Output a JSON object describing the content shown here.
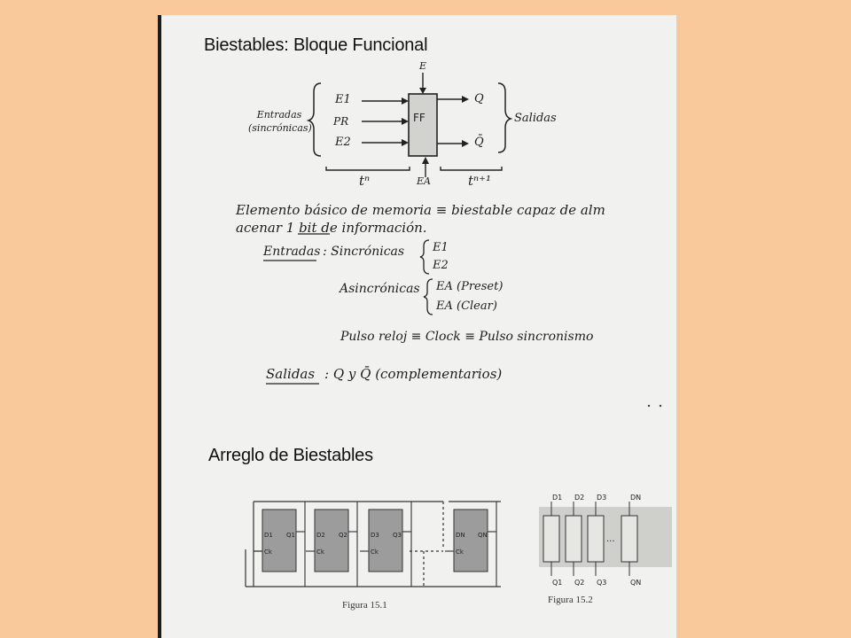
{
  "section1": {
    "title": "Biestables: Bloque Funcional"
  },
  "diagram1": {
    "block_label": "FF",
    "top_input": "E",
    "bottom_input": "EA",
    "inputs": [
      "E1",
      "PR",
      "E2"
    ],
    "outputs": [
      "Q",
      "Q̄"
    ],
    "inputs_group": "Entradas (sincrónicas)",
    "outputs_group": "Salidas",
    "time_before": "tⁿ",
    "time_after": "tⁿ⁺¹"
  },
  "notes": {
    "definition_line1": "Elemento básico de memoria ≡ biestable capaz de alm",
    "definition_line2": "acenar 1 bit de información.",
    "entradas_label": "Entradas",
    "sincronicas_label": ": Sincrónicas",
    "sincronicas_items": [
      "E1",
      "E2"
    ],
    "asincronicas_label": "Asincrónicas",
    "asincronicas_items": [
      "EA (Preset)",
      "EA (Clear)"
    ],
    "clock_line": "Pulso reloj ≡ Clock ≡ Pulso sincronismo",
    "salidas_label": "Salidas",
    "salidas_value": ":   Q  y  Q̄   (complementarios)"
  },
  "section2": {
    "title": "Arreglo de Biestables"
  },
  "figure1": {
    "caption": "Figura 15.1",
    "flipflops": [
      {
        "d": "D1",
        "q": "Q1",
        "ck": "Ck"
      },
      {
        "d": "D2",
        "q": "Q2",
        "ck": "Ck"
      },
      {
        "d": "D3",
        "q": "Q3",
        "ck": "Ck"
      },
      {
        "d": "DN",
        "q": "QN",
        "ck": "Ck"
      }
    ]
  },
  "figure2": {
    "caption": "Figura 15.2",
    "top_labels": [
      "D1",
      "D2",
      "D3",
      "DN"
    ],
    "bottom_labels": [
      "Q1",
      "Q2",
      "Q3",
      "QN"
    ],
    "ellipsis": "..."
  }
}
